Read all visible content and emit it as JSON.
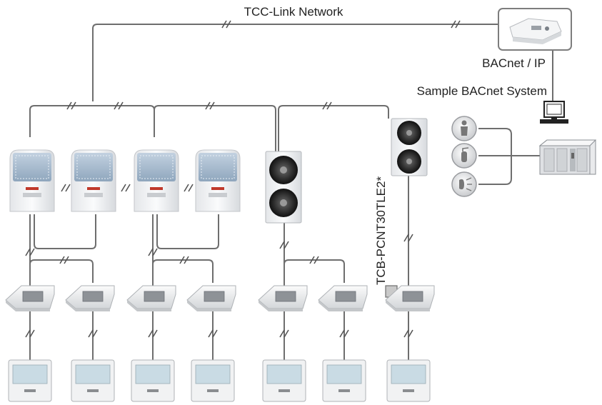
{
  "labels": {
    "network": "TCC-Link Network",
    "protocol": "BACnet / IP",
    "system": "Sample BACnet System",
    "adapter": "TCB-PCNT30TLE2*"
  },
  "icons": {
    "gateway": "bacnet-gateway-icon",
    "monitor": "monitor-workstation-icon",
    "server": "server-rack-icon",
    "outdoor_vrf": "vrf-outdoor-unit-icon",
    "outdoor_fan": "outdoor-fan-unit-icon",
    "cassette": "cassette-indoor-unit-icon",
    "controller": "wall-remote-controller-icon",
    "person": "person-sensor-icon",
    "extinguisher": "fire-extinguisher-icon",
    "light": "light-fixture-icon",
    "adapter_box": "network-adapter-icon"
  },
  "colors": {
    "wire": "#6e6e6e",
    "equipment_body": "#f2f3f4",
    "grille": "#9fb3c8",
    "controller_screen": "#c9dbe4",
    "text": "#222222"
  }
}
